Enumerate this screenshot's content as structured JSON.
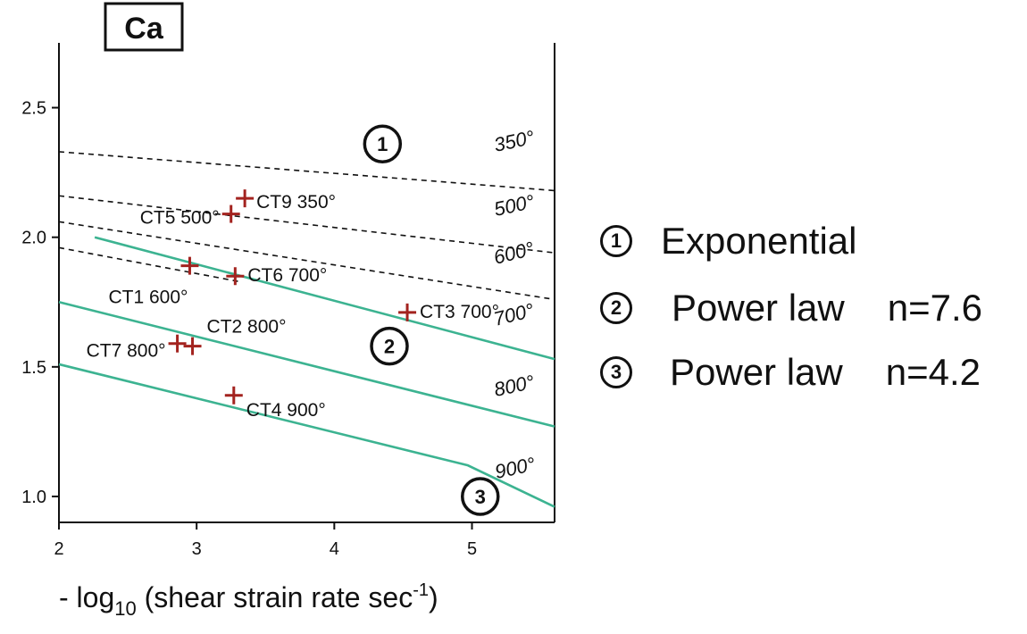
{
  "chart_data": {
    "type": "scatter",
    "title": "Ca",
    "xlabel": {
      "prefix": "- log",
      "subscript": "10",
      "text": " (shear strain rate sec",
      "superscript": "-1",
      "suffix": ")"
    },
    "xlim": [
      2,
      5.6
    ],
    "ylim": [
      0.9,
      2.75
    ],
    "xticks": [
      2,
      3,
      4,
      5
    ],
    "yticks": [
      1.0,
      1.5,
      2.0,
      2.5
    ],
    "ytick_labels": [
      "1.0",
      "1.5",
      "2.0",
      "2.5"
    ],
    "grid": false,
    "points": [
      {
        "label": "CT9 350°",
        "x": 3.35,
        "y": 2.15
      },
      {
        "label": "CT5 500°",
        "x": 3.25,
        "y": 2.09
      },
      {
        "label": "CT1 600°",
        "x": 2.95,
        "y": 1.89
      },
      {
        "label": "CT6 700°",
        "x": 3.28,
        "y": 1.85
      },
      {
        "label": "CT3 700°",
        "x": 4.53,
        "y": 1.71
      },
      {
        "label": "CT7 800°",
        "x": 2.86,
        "y": 1.59
      },
      {
        "label": "CT2 800°",
        "x": 2.97,
        "y": 1.58
      },
      {
        "label": "CT4 900°",
        "x": 3.27,
        "y": 1.39
      }
    ],
    "isotherms": [
      {
        "label": "350°",
        "style": "dashed",
        "x": [
          2,
          5.6
        ],
        "y": [
          2.33,
          2.18
        ]
      },
      {
        "label": "500°",
        "style": "dashed",
        "x": [
          2,
          5.6
        ],
        "y": [
          2.16,
          1.94
        ]
      },
      {
        "label": "600°",
        "style": "dashed",
        "x": [
          2,
          5.6
        ],
        "y": [
          2.06,
          1.76
        ]
      },
      {
        "label": "600°-lower",
        "style": "dashed",
        "x": [
          2,
          3.3
        ],
        "y": [
          1.96,
          1.83
        ]
      },
      {
        "label": "700°",
        "style": "solid",
        "x": [
          2.26,
          5.6
        ],
        "y": [
          2.0,
          1.53
        ]
      },
      {
        "label": "800°",
        "style": "solid",
        "x": [
          2,
          5.6
        ],
        "y": [
          1.75,
          1.27
        ]
      },
      {
        "label": "900°",
        "style": "solid",
        "x": [
          2,
          4.97,
          5.6
        ],
        "y": [
          1.51,
          1.12,
          0.96
        ]
      }
    ],
    "temp_labels": [
      "350°",
      "500°",
      "600°",
      "700°",
      "800°",
      "900°"
    ],
    "regimes": [
      {
        "number": "1",
        "x": 4.35,
        "y": 2.36
      },
      {
        "number": "2",
        "x": 4.4,
        "y": 1.58
      },
      {
        "number": "3",
        "x": 5.06,
        "y": 1.0
      }
    ],
    "legend": {
      "placement": "right",
      "items": [
        {
          "number": "1",
          "text": "Exponential",
          "n": ""
        },
        {
          "number": "2",
          "text": "Power law",
          "n": "n=7.6"
        },
        {
          "number": "3",
          "text": "Power law",
          "n": "n=4.2"
        }
      ]
    },
    "colors": {
      "axis": "#111111",
      "isotherm_dashed": "#111111",
      "isotherm_solid": "#3cb391",
      "marker": "#a3231f"
    }
  }
}
